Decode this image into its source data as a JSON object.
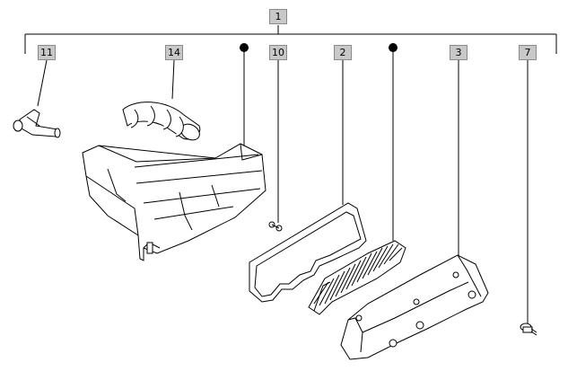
{
  "callouts": {
    "main": "1",
    "hose": "11",
    "duct": "14",
    "clip": "10",
    "gasket": "2",
    "cover": "3",
    "screw": "7"
  },
  "colors": {
    "line": "#000000",
    "callout_bg": "#c8c8c8",
    "callout_border": "#8a8a8a",
    "background": "#ffffff"
  }
}
